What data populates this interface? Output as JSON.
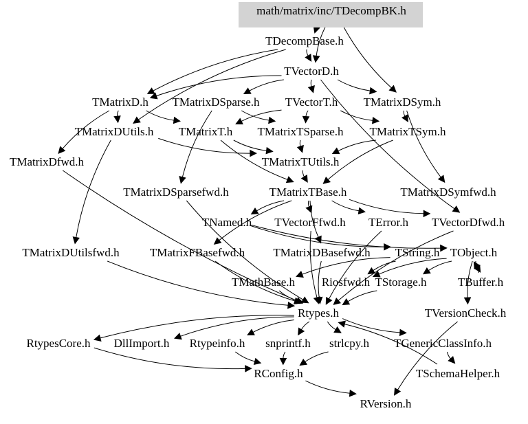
{
  "graph": {
    "title": "math/matrix/inc/TDecompBK.h",
    "root_fill": "#d3d3d3",
    "nodes": [
      {
        "id": "root",
        "label": "math/matrix/inc/TDecompBK.h",
        "root": true
      },
      {
        "id": "TDecompBase",
        "label": "TDecompBase.h"
      },
      {
        "id": "TVectorD",
        "label": "TVectorD.h"
      },
      {
        "id": "TMatrixD",
        "label": "TMatrixD.h"
      },
      {
        "id": "TMatrixDSparse",
        "label": "TMatrixDSparse.h"
      },
      {
        "id": "TVectorT",
        "label": "TVectorT.h"
      },
      {
        "id": "TMatrixDSym",
        "label": "TMatrixDSym.h"
      },
      {
        "id": "TMatrixDUtils",
        "label": "TMatrixDUtils.h"
      },
      {
        "id": "TMatrixT",
        "label": "TMatrixT.h"
      },
      {
        "id": "TMatrixTSparse",
        "label": "TMatrixTSparse.h"
      },
      {
        "id": "TMatrixTSym",
        "label": "TMatrixTSym.h"
      },
      {
        "id": "TMatrixDfwd",
        "label": "TMatrixDfwd.h"
      },
      {
        "id": "TMatrixTUtils",
        "label": "TMatrixTUtils.h"
      },
      {
        "id": "TMatrixDSparsefwd",
        "label": "TMatrixDSparsefwd.h"
      },
      {
        "id": "TMatrixTBase",
        "label": "TMatrixTBase.h"
      },
      {
        "id": "TMatrixDSymfwd",
        "label": "TMatrixDSymfwd.h"
      },
      {
        "id": "TNamed",
        "label": "TNamed.h"
      },
      {
        "id": "TVectorFfwd",
        "label": "TVectorFfwd.h"
      },
      {
        "id": "TError",
        "label": "TError.h"
      },
      {
        "id": "TVectorDfwd",
        "label": "TVectorDfwd.h"
      },
      {
        "id": "TMatrixDUtilsfwd",
        "label": "TMatrixDUtilsfwd.h"
      },
      {
        "id": "TMatrixFBasefwd",
        "label": "TMatrixFBasefwd.h"
      },
      {
        "id": "TMatrixDBasefwd",
        "label": "TMatrixDBasefwd.h"
      },
      {
        "id": "TString",
        "label": "TString.h"
      },
      {
        "id": "TObject",
        "label": "TObject.h"
      },
      {
        "id": "TMathBase",
        "label": "TMathBase.h"
      },
      {
        "id": "Riosfwd",
        "label": "Riosfwd.h"
      },
      {
        "id": "TStorage",
        "label": "TStorage.h"
      },
      {
        "id": "TBuffer",
        "label": "TBuffer.h"
      },
      {
        "id": "Rtypes",
        "label": "Rtypes.h"
      },
      {
        "id": "TVersionCheck",
        "label": "TVersionCheck.h"
      },
      {
        "id": "RtypesCore",
        "label": "RtypesCore.h"
      },
      {
        "id": "DllImport",
        "label": "DllImport.h"
      },
      {
        "id": "Rtypeinfo",
        "label": "Rtypeinfo.h"
      },
      {
        "id": "snprintf",
        "label": "snprintf.h"
      },
      {
        "id": "strlcpy",
        "label": "strlcpy.h"
      },
      {
        "id": "TGenericClassInfo",
        "label": "TGenericClassInfo.h"
      },
      {
        "id": "RConfig",
        "label": "RConfig.h"
      },
      {
        "id": "TSchemaHelper",
        "label": "TSchemaHelper.h"
      },
      {
        "id": "RVersion",
        "label": "RVersion.h"
      }
    ],
    "edges": [
      [
        "root",
        "TDecompBase"
      ],
      [
        "root",
        "TVectorD"
      ],
      [
        "root",
        "TMatrixDSym"
      ],
      [
        "TDecompBase",
        "TVectorD"
      ],
      [
        "TDecompBase",
        "TMatrixD"
      ],
      [
        "TDecompBase",
        "TMatrixDUtils"
      ],
      [
        "TVectorD",
        "TMatrixD"
      ],
      [
        "TVectorD",
        "TMatrixDSparse"
      ],
      [
        "TVectorD",
        "TVectorT"
      ],
      [
        "TVectorD",
        "TMatrixDSym"
      ],
      [
        "TVectorD",
        "TVectorDfwd"
      ],
      [
        "TMatrixD",
        "TMatrixDUtils"
      ],
      [
        "TMatrixD",
        "TMatrixDfwd"
      ],
      [
        "TMatrixD",
        "TMatrixT"
      ],
      [
        "TMatrixDSparse",
        "TMatrixTSparse"
      ],
      [
        "TMatrixDSparse",
        "TMatrixDSparsefwd"
      ],
      [
        "TVectorT",
        "TMatrixT"
      ],
      [
        "TVectorT",
        "TMatrixTSparse"
      ],
      [
        "TVectorT",
        "TMatrixTSym"
      ],
      [
        "TMatrixDSym",
        "TMatrixTSym"
      ],
      [
        "TMatrixDSym",
        "TMatrixDSymfwd"
      ],
      [
        "TMatrixDUtils",
        "TMatrixTUtils"
      ],
      [
        "TMatrixDUtils",
        "TMatrixDUtilsfwd"
      ],
      [
        "TMatrixT",
        "TMatrixTUtils"
      ],
      [
        "TMatrixT",
        "TMatrixTBase"
      ],
      [
        "TMatrixTSparse",
        "TMatrixTUtils"
      ],
      [
        "TMatrixTSym",
        "TMatrixTUtils"
      ],
      [
        "TMatrixTSym",
        "TMatrixTBase"
      ],
      [
        "TMatrixTUtils",
        "TMatrixTBase"
      ],
      [
        "TMatrixTBase",
        "TNamed"
      ],
      [
        "TMatrixTBase",
        "TVectorFfwd"
      ],
      [
        "TMatrixTBase",
        "TError"
      ],
      [
        "TMatrixTBase",
        "TVectorDfwd"
      ],
      [
        "TMatrixTBase",
        "TMatrixFBasefwd"
      ],
      [
        "TMatrixTBase",
        "TMatrixDBasefwd"
      ],
      [
        "TNamed",
        "TString"
      ],
      [
        "TNamed",
        "TObject"
      ],
      [
        "TError",
        "Rtypes"
      ],
      [
        "TVectorFfwd",
        "Rtypes"
      ],
      [
        "TVectorDfwd",
        "Rtypes"
      ],
      [
        "TMatrixDfwd",
        "Rtypes"
      ],
      [
        "TMatrixDUtilsfwd",
        "Rtypes"
      ],
      [
        "TMatrixDSparsefwd",
        "Rtypes"
      ],
      [
        "TMatrixFBasefwd",
        "Rtypes"
      ],
      [
        "TMatrixDBasefwd",
        "Rtypes"
      ],
      [
        "TString",
        "TMathBase"
      ],
      [
        "TString",
        "Riosfwd"
      ],
      [
        "TObject",
        "Riosfwd"
      ],
      [
        "TObject",
        "TStorage"
      ],
      [
        "TObject",
        "TBuffer"
      ],
      [
        "TObject",
        "TVersionCheck"
      ],
      [
        "TBuffer",
        "TObject"
      ],
      [
        "TMathBase",
        "Rtypes"
      ],
      [
        "TStorage",
        "Rtypes"
      ],
      [
        "Rtypes",
        "RtypesCore"
      ],
      [
        "Rtypes",
        "DllImport"
      ],
      [
        "Rtypes",
        "Rtypeinfo"
      ],
      [
        "Rtypes",
        "snprintf"
      ],
      [
        "Rtypes",
        "strlcpy"
      ],
      [
        "Rtypes",
        "TGenericClassInfo"
      ],
      [
        "RtypesCore",
        "RConfig"
      ],
      [
        "Rtypeinfo",
        "RConfig"
      ],
      [
        "snprintf",
        "RConfig"
      ],
      [
        "strlcpy",
        "RConfig"
      ],
      [
        "TGenericClassInfo",
        "TSchemaHelper"
      ],
      [
        "TSchemaHelper",
        "Rtypes"
      ],
      [
        "RConfig",
        "RVersion"
      ],
      [
        "TVersionCheck",
        "RVersion"
      ]
    ]
  }
}
